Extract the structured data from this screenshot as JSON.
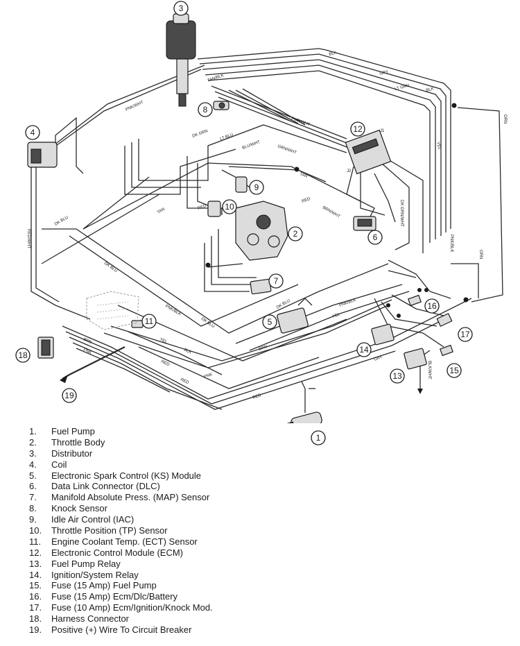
{
  "callouts": [
    "1",
    "2",
    "3",
    "4",
    "5",
    "6",
    "7",
    "8",
    "9",
    "10",
    "11",
    "12",
    "13",
    "14",
    "15",
    "16",
    "17",
    "18",
    "19"
  ],
  "wire_labels": {
    "pnk_wht": "PNK/WHT",
    "blk": "BLK",
    "gry": "GRY",
    "lt_grn": "LT GRN",
    "tan_blk": "TAN/BLK",
    "pur_wht": "PUR/WHT",
    "dk_grn": "DK GRN",
    "lt_blu": "LT BLU",
    "blu_wht": "BLU/WHT",
    "grn_wht": "GRN/WHT",
    "tan": "TAN",
    "red": "RED",
    "red_wht": "RED/WHT",
    "dk_blu": "DK BLU",
    "pnk_blk": "PNK/BLK",
    "yel": "YEL",
    "brn": "BRN",
    "pnk": "PNK",
    "orn": "ORN",
    "dk_grn_wht": "DK GRN/WHT",
    "brn_wht": "BRN/WHT",
    "blk_wht": "BLK/WHT",
    "j1": "J1",
    "j2": "J2"
  },
  "legend": [
    {
      "num": "1.",
      "label": "Fuel Pump"
    },
    {
      "num": "2.",
      "label": "Throttle Body"
    },
    {
      "num": "3.",
      "label": "Distributor"
    },
    {
      "num": "4.",
      "label": "Coil"
    },
    {
      "num": "5.",
      "label": "Electronic Spark Control (KS) Module"
    },
    {
      "num": "6.",
      "label": "Data Link Connector (DLC)"
    },
    {
      "num": "7.",
      "label": "Manifold Absolute Press. (MAP) Sensor"
    },
    {
      "num": "8.",
      "label": "Knock Sensor"
    },
    {
      "num": "9.",
      "label": "Idle Air Control (IAC)"
    },
    {
      "num": "10.",
      "label": "Throttle Position (TP) Sensor"
    },
    {
      "num": "11.",
      "label": "Engine Coolant Temp. (ECT) Sensor"
    },
    {
      "num": "12.",
      "label": "Electronic Control Module (ECM)"
    },
    {
      "num": "13.",
      "label": "Fuel Pump Relay"
    },
    {
      "num": "14.",
      "label": "Ignition/System Relay"
    },
    {
      "num": "15.",
      "label": "Fuse (15 Amp) Fuel Pump"
    },
    {
      "num": "16.",
      "label": "Fuse (15 Amp) Ecm/Dlc/Battery"
    },
    {
      "num": "17.",
      "label": "Fuse (10 Amp) Ecm/Ignition/Knock Mod."
    },
    {
      "num": "18.",
      "label": "Harness Connector"
    },
    {
      "num": "19.",
      "label": "Positive (+) Wire To Circuit Breaker"
    }
  ]
}
